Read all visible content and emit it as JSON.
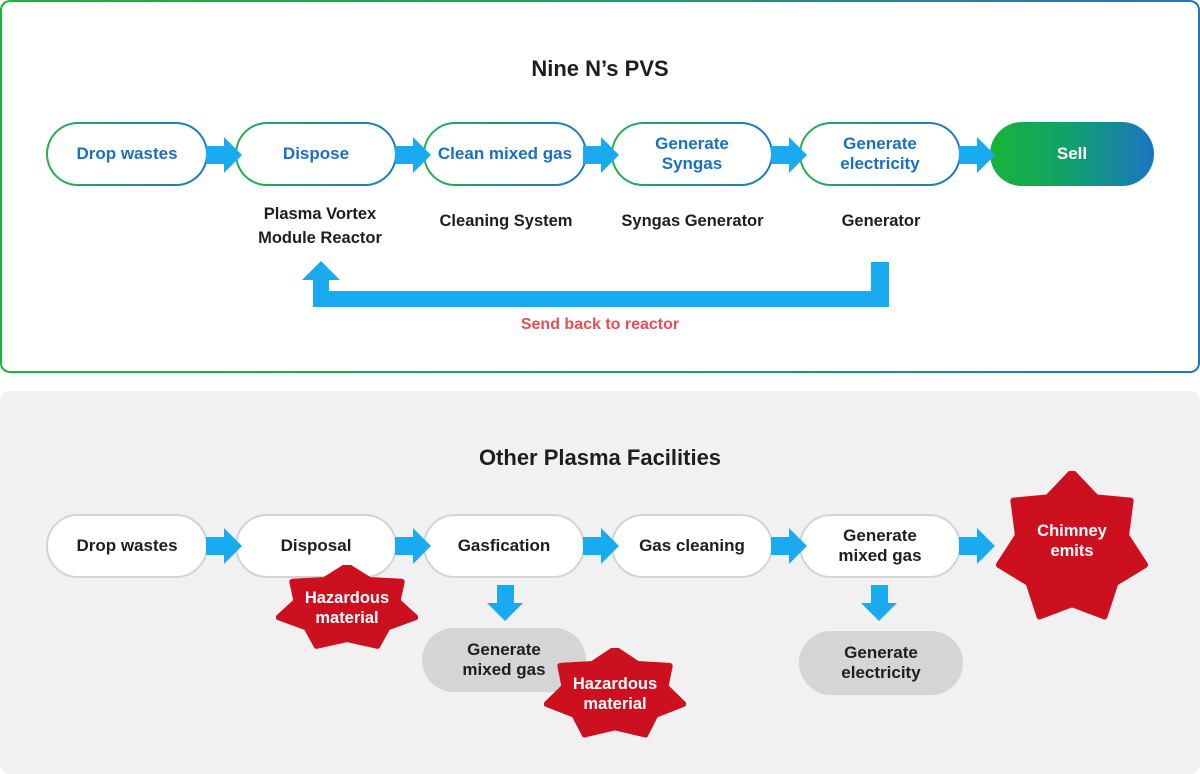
{
  "pvs": {
    "title": "Nine N’s PVS",
    "steps": [
      "Drop wastes",
      "Dispose",
      "Clean mixed gas",
      "Generate\nSyngas",
      "Generate\nelectricity",
      "Sell"
    ],
    "components": [
      "Plasma Vortex\nModule Reactor",
      "Cleaning System",
      "Syngas Generator",
      "Generator"
    ],
    "feedback_label": "Send back to reactor"
  },
  "other": {
    "title": "Other Plasma Facilities",
    "steps": [
      "Drop wastes",
      "Disposal",
      "Gasfication",
      "Gas cleaning",
      "Generate\nmixed gas"
    ],
    "emission": "Chimney\nemits",
    "byproducts": [
      "Generate\nmixed gas",
      "Generate\nelectricity"
    ],
    "hazards": [
      "Hazardous\nmaterial",
      "Hazardous\nmaterial"
    ]
  },
  "colors": {
    "arrow": "#19aaf0",
    "pvs_text": "#1a70c0",
    "green": "#22b24a",
    "blue": "#1a78c2",
    "hazard": "#cc1020",
    "feedback_text": "#e84e50"
  }
}
